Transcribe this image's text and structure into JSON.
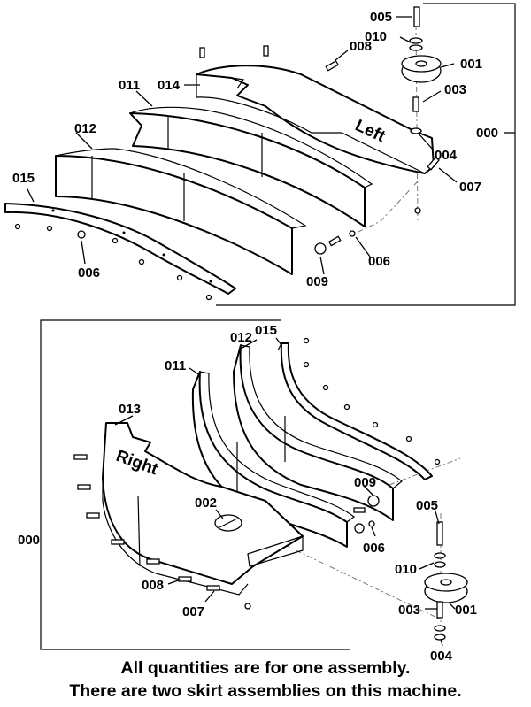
{
  "callouts": {
    "c005_top": "005",
    "c010_top": "010",
    "c008_top": "008",
    "c014": "014",
    "c011_top": "011",
    "c001_top": "001",
    "c003_top": "003",
    "c012_top": "012",
    "c000_top": "000",
    "c004_top": "004",
    "c015_top": "015",
    "c007_top": "007",
    "c006_top_right": "006",
    "c006_top_left": "006",
    "c009_top": "009",
    "c012_bottom": "012",
    "c015_bottom": "015",
    "c011_bottom": "011",
    "c013": "013",
    "c009_bottom": "009",
    "c002": "002",
    "c005_bottom": "005",
    "c000_bottom": "000",
    "c006_bottom": "006",
    "c010_bottom": "010",
    "c008_bottom": "008",
    "c003_bottom": "003",
    "c001_bottom": "001",
    "c007_bottom": "007",
    "c004_bottom": "004"
  },
  "panel_labels": {
    "left": "Left",
    "right": "Right"
  },
  "footnote": {
    "line1": "All quantities are for one assembly.",
    "line2": "There are two skirt assemblies on this machine."
  }
}
